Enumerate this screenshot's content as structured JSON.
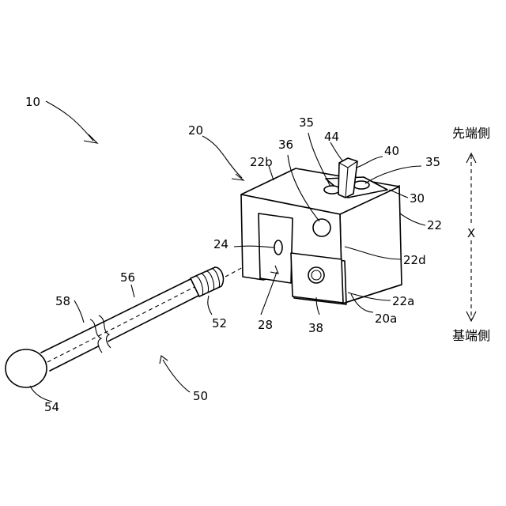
{
  "labels": {
    "l10": "10",
    "l20": "20",
    "l22b": "22b",
    "l36": "36",
    "l35a": "35",
    "l44": "44",
    "l40": "40",
    "l35b": "35",
    "l30": "30",
    "l22": "22",
    "l24": "24",
    "l22d": "22d",
    "l22a": "22a",
    "l20a": "20a",
    "l38": "38",
    "l28": "28",
    "l56": "56",
    "l58": "58",
    "l52": "52",
    "l54": "54",
    "l50": "50"
  },
  "axis": {
    "top": "先端側",
    "mid": "X",
    "bottom": "基端側"
  }
}
